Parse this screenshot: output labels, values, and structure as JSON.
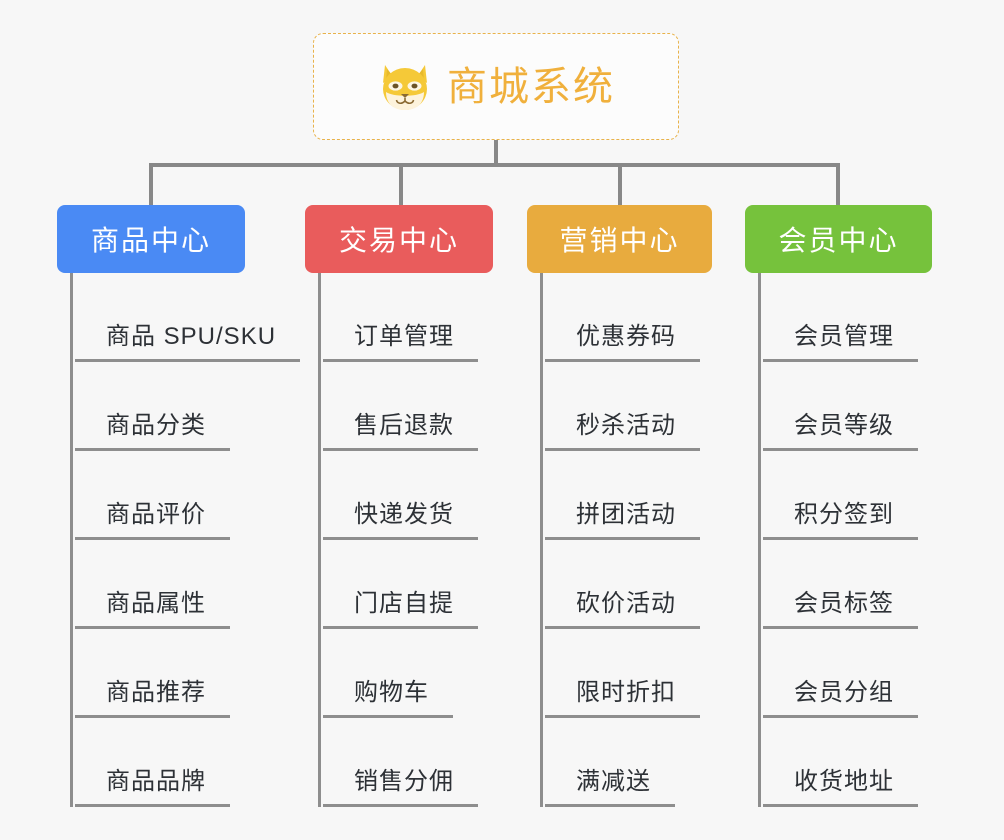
{
  "root": {
    "title": "商城系统",
    "icon": "shiba-dog-face-icon",
    "border_color": "#e8b24a",
    "text_color": "#f0b03c"
  },
  "colors": {
    "background": "#f7f7f7",
    "connector": "#888888",
    "leaf_text": "#2d3136",
    "leaf_rule": "#8e8e8e"
  },
  "branches": [
    {
      "label": "商品中心",
      "color": "#4a8af4",
      "items": [
        "商品 SPU/SKU",
        "商品分类",
        "商品评价",
        "商品属性",
        "商品推荐",
        "商品品牌"
      ]
    },
    {
      "label": "交易中心",
      "color": "#e95c5c",
      "items": [
        "订单管理",
        "售后退款",
        "快递发货",
        "门店自提",
        "购物车",
        "销售分佣"
      ]
    },
    {
      "label": "营销中心",
      "color": "#e8ab3e",
      "items": [
        "优惠券码",
        "秒杀活动",
        "拼团活动",
        "砍价活动",
        "限时折扣",
        "满减送"
      ]
    },
    {
      "label": "会员中心",
      "color": "#76c23c",
      "items": [
        "会员管理",
        "会员等级",
        "积分签到",
        "会员标签",
        "会员分组",
        "收货地址"
      ]
    }
  ]
}
